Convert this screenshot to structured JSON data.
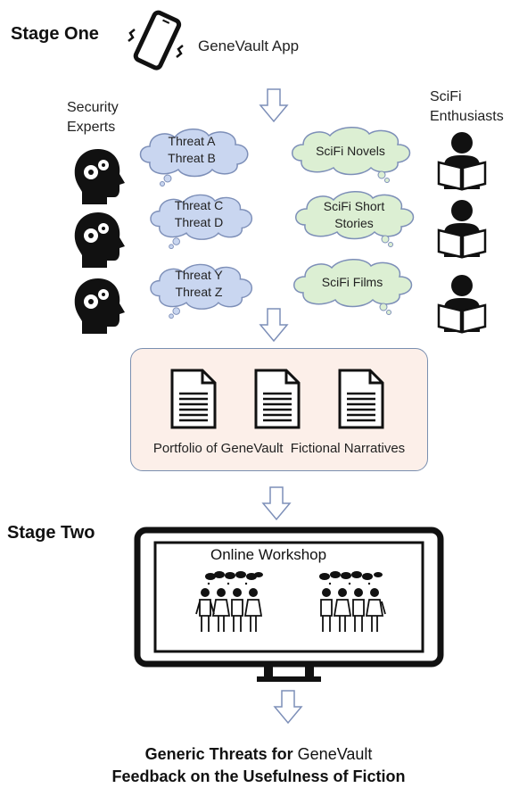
{
  "stage_one": {
    "title": "Stage One",
    "app_label": "GeneVault App"
  },
  "groups": {
    "security_experts_label_1": "Security",
    "security_experts_label_2": "Experts",
    "scifi_label_1": "SciFi",
    "scifi_label_2": "Enthusiasts"
  },
  "threat_bubbles": [
    {
      "line1": "Threat A",
      "line2": "Threat B"
    },
    {
      "line1": "Threat C",
      "line2": "Threat D"
    },
    {
      "line1": "Threat Y",
      "line2": "Threat Z"
    }
  ],
  "scifi_bubbles": [
    {
      "line1": "SciFi Novels",
      "line2": ""
    },
    {
      "line1": "SciFi Short",
      "line2": "Stories"
    },
    {
      "line1": "SciFi Films",
      "line2": ""
    }
  ],
  "portfolio": {
    "caption": "Portfolio of GeneVault  Fictional Narratives"
  },
  "stage_two": {
    "title": "Stage Two",
    "workshop_title": "Online Workshop"
  },
  "footer": {
    "line1_bold": "Generic Threats for",
    "line1_regular": "GeneVault",
    "line2": "Feedback on the Usefulness of Fiction"
  },
  "colors": {
    "threat_bubble": "#c9d6f0",
    "scifi_bubble": "#dcefd3",
    "bubble_border": "#7d8fb8",
    "portfolio_bg": "#fcefe9"
  }
}
